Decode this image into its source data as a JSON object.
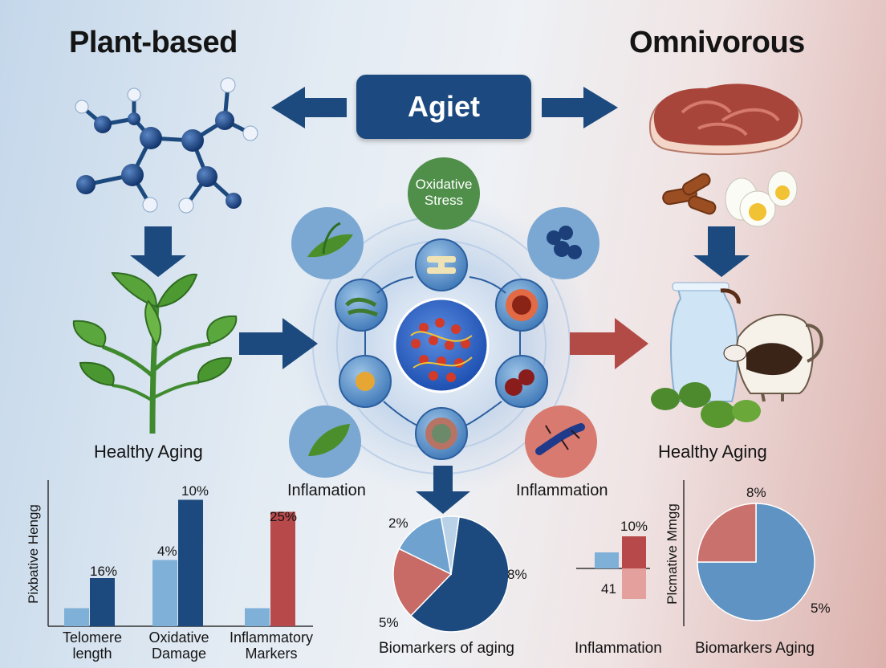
{
  "titles": {
    "left": "Plant-based",
    "right": "Omnivorous",
    "center": "Agiet"
  },
  "labels": {
    "healthy_left": "Healthy Aging",
    "healthy_right": "Healthy Aging",
    "oxidative_stress_line1": "Oxidative",
    "oxidative_stress_line2": "Stress",
    "inflammation_left": "Inflamation",
    "inflammation_right": "Inflammation"
  },
  "colors": {
    "navy": "#1d4a7e",
    "light_blue": "#7fb0d8",
    "red": "#b8494a",
    "green": "#4f8f4a",
    "brand_box": "#1c4a80"
  },
  "chart_data": [
    {
      "type": "bar",
      "ylabel": "Pixbative Hengg",
      "categories": [
        "Telomere length",
        "Oxidative Damage",
        "Inflammatory Markers"
      ],
      "category_lines": [
        [
          "Telomere",
          "length"
        ],
        [
          "Oxidative",
          "Damage"
        ],
        [
          "Inflammatory",
          "Markers"
        ]
      ],
      "series": [
        {
          "values": [
            3,
            11,
            3
          ],
          "color": "#7fb0d8"
        },
        {
          "values": [
            8,
            21,
            19
          ],
          "colors": [
            "#1d4a7e",
            "#1d4a7e",
            "#b8494a"
          ]
        }
      ],
      "data_labels": [
        "16%",
        "4%",
        "10%",
        "25%"
      ]
    },
    {
      "type": "pie",
      "title": "Biomarkers of aging",
      "slices": [
        {
          "label": "8%",
          "value": 60,
          "color": "#1d4a7e"
        },
        {
          "label": "5%",
          "value": 20,
          "color": "#c86a66"
        },
        {
          "label": "2%",
          "value": 15,
          "color": "#6fa2cf"
        },
        {
          "label": "",
          "value": 5,
          "color": "#b9d2e8"
        }
      ]
    },
    {
      "type": "bar",
      "title": "Inflammation",
      "values": [
        {
          "label": "10%",
          "value": 10,
          "color": "#b8494a"
        },
        {
          "label": "41",
          "value": -7,
          "color": "#e3a09c"
        },
        {
          "label": "",
          "value": 5,
          "color": "#7fb0d8"
        }
      ]
    },
    {
      "type": "pie",
      "title": "Biomarkers Aging",
      "ylabel": "Plcmative Mmgg",
      "slices": [
        {
          "label": "5%",
          "value": 75,
          "color": "#5e93c3"
        },
        {
          "label": "8%",
          "value": 25,
          "color": "#c9716d"
        }
      ]
    }
  ]
}
